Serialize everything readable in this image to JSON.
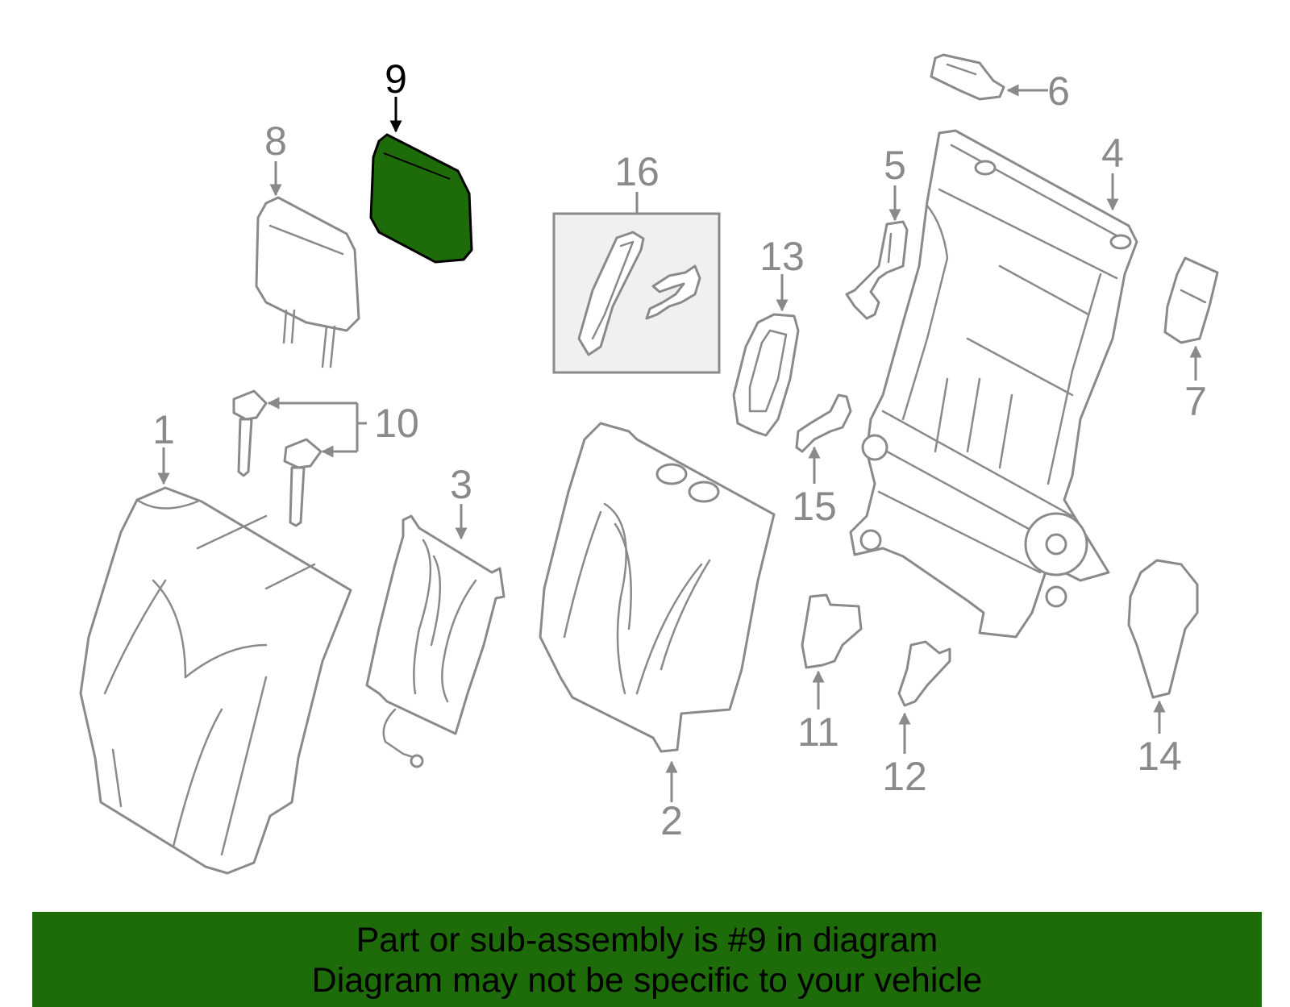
{
  "highlighted_part": "9",
  "colors": {
    "highlight_fill": "#1e6b0a",
    "banner_fill": "#1e6b0a",
    "part_stroke": "#8a8a8a",
    "highlight_stroke": "#000000"
  },
  "labels": {
    "p1": "1",
    "p2": "2",
    "p3": "3",
    "p4": "4",
    "p5": "5",
    "p6": "6",
    "p7": "7",
    "p8": "8",
    "p9": "9",
    "p10": "10",
    "p11": "11",
    "p12": "12",
    "p13": "13",
    "p14": "14",
    "p15": "15",
    "p16": "16"
  },
  "banner": {
    "line1": "Part or sub-assembly is #9 in diagram",
    "line2": "Diagram may not be specific to your vehicle"
  }
}
